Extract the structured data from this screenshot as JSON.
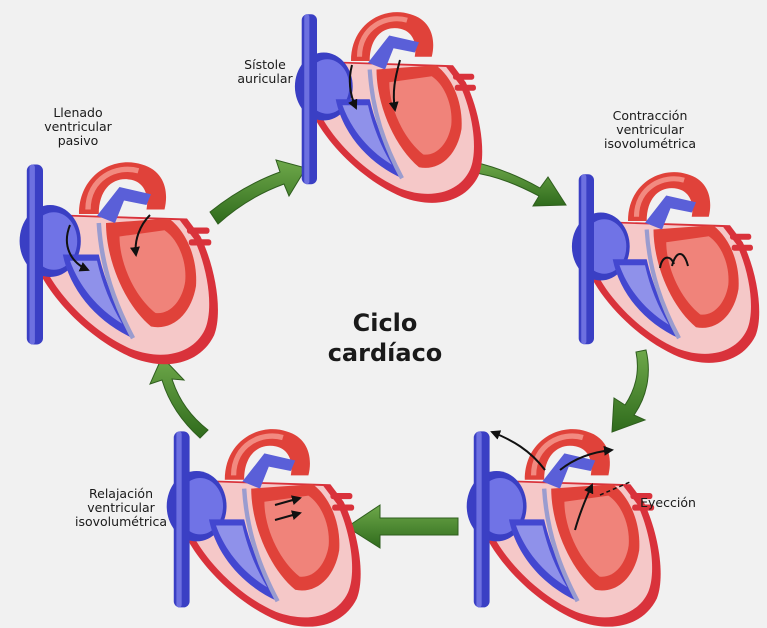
{
  "title": {
    "line1": "Ciclo",
    "line2": "cardíaco"
  },
  "stages": [
    {
      "id": "sistole-auricular",
      "lines": [
        "Sístole",
        "auricular"
      ]
    },
    {
      "id": "contraccion-ventricular-isovolumetrica",
      "lines": [
        "Contracción",
        "ventricular",
        "isovolumétrica"
      ]
    },
    {
      "id": "eyeccion",
      "lines": [
        "Eyección"
      ]
    },
    {
      "id": "relajacion-ventricular-isovolumetrica",
      "lines": [
        "Relajación",
        "ventricular",
        "isovolumétrica"
      ]
    },
    {
      "id": "llenado-ventricular-pasivo",
      "lines": [
        "Llenado",
        "ventricular",
        "pasivo"
      ]
    }
  ],
  "colors": {
    "background": "#f1f1f1",
    "arrow": "#4d8a2f",
    "oxygenated": "#e0423a",
    "deoxygenated": "#3a3fc4",
    "myocardium": "#f3c4c4",
    "text": "#1a1a1a"
  }
}
